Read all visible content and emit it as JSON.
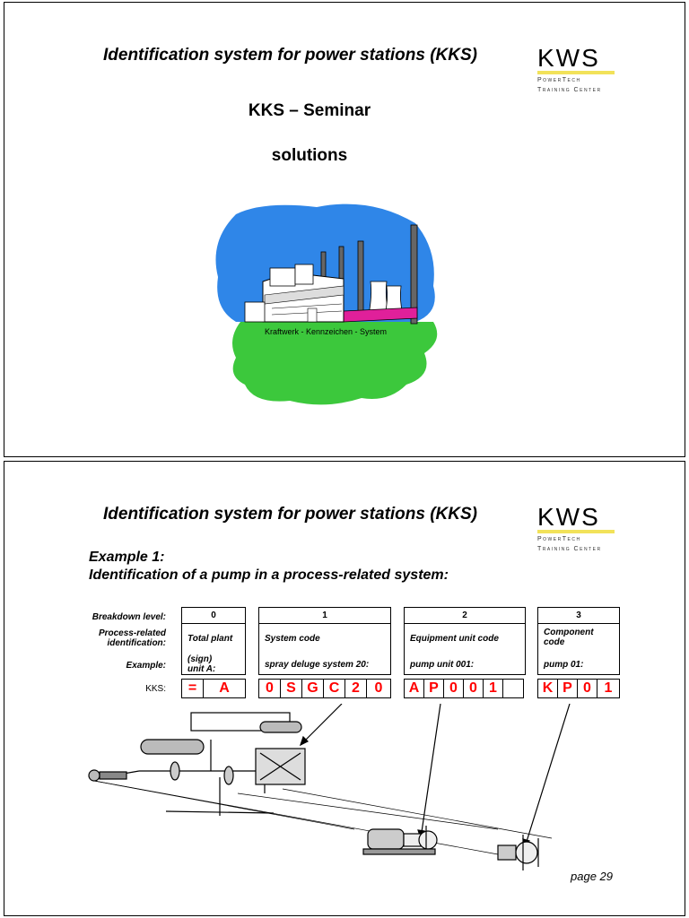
{
  "slide1": {
    "title": "Identification system for power stations (KKS)",
    "heading": "KKS – Seminar",
    "subheading": "solutions",
    "clip_caption": "Kraftwerk - Kennzeichen - System"
  },
  "logo": {
    "text": "KWS",
    "line1": "PowerTech",
    "line2": "Training Center",
    "accent_color": "#f2e25a"
  },
  "slide2": {
    "title": "Identification system for power stations (KKS)",
    "example_title": "Example 1:",
    "example_subtitle": "Identification of a pump in a process-related system:",
    "row_labels": {
      "breakdown": "Breakdown level:",
      "process1": "Process-related",
      "process2": "identification:",
      "example": "Example:",
      "kks": "KKS:"
    },
    "levels": [
      {
        "level": "0",
        "identification": "Total plant",
        "example": "(sign) unit A:",
        "example_line1": "(sign)",
        "example_line2": "unit A:",
        "kks": [
          "=",
          "A"
        ]
      },
      {
        "level": "1",
        "identification": "System code",
        "example": "spray deluge system 20:",
        "kks": [
          "0",
          "S",
          "G",
          "C",
          "2",
          "0"
        ]
      },
      {
        "level": "2",
        "identification": "Equipment unit code",
        "example": "pump unit 001:",
        "kks": [
          "A",
          "P",
          "0",
          "0",
          "1",
          ""
        ]
      },
      {
        "level": "3",
        "identification": "Component code",
        "identification_line1": "Component",
        "identification_line2": "code",
        "example": "pump 01:",
        "kks": [
          "K",
          "P",
          "0",
          "1"
        ]
      }
    ],
    "page": "page 29"
  },
  "colors": {
    "kks_red": "#ff0000",
    "sky_blue": "#2f86e8",
    "grass_green": "#3cc83c",
    "accent_magenta": "#e0209a"
  }
}
